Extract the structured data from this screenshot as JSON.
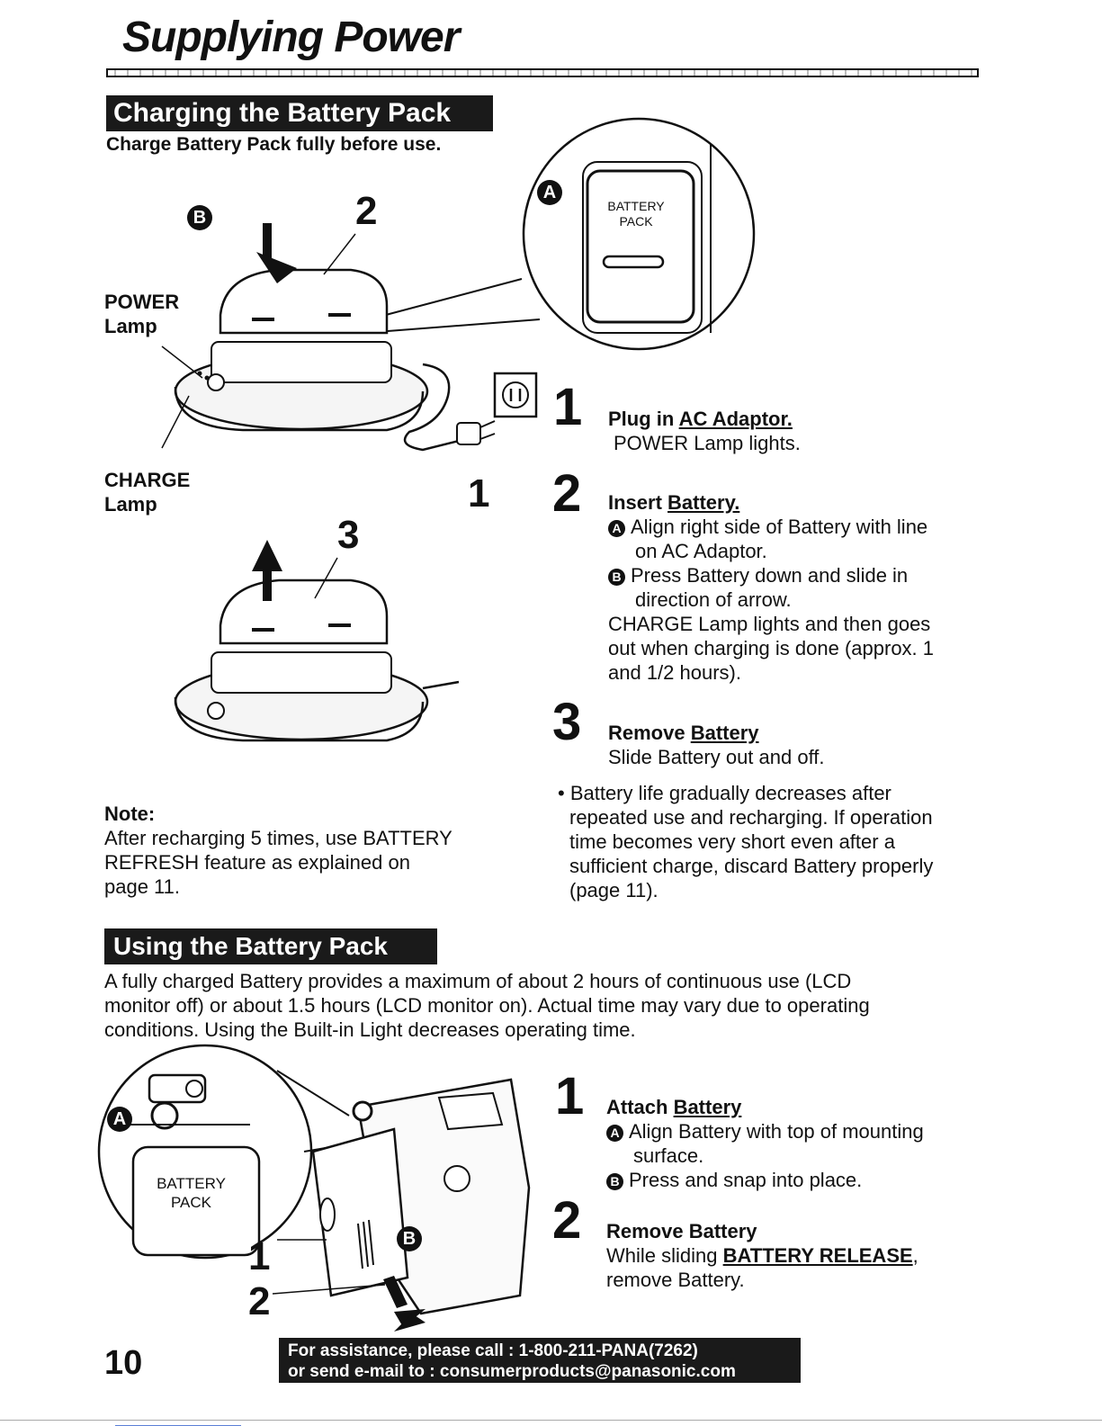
{
  "page": {
    "title": "Supplying Power",
    "page_number": "10"
  },
  "charging": {
    "header": "Charging the Battery Pack",
    "intro": "Charge Battery Pack fully before use.",
    "illustration": {
      "callout_a": "A",
      "callout_b": "B",
      "num_1": "1",
      "num_2": "2",
      "num_3": "3",
      "power_lamp_line1": "POWER",
      "power_lamp_line2": "Lamp",
      "charge_lamp_line1": "CHARGE",
      "charge_lamp_line2": "Lamp",
      "battery_label_line1": "BATTERY",
      "battery_label_line2": "PACK"
    },
    "steps": [
      {
        "number": "1",
        "title_prefix": "Plug in ",
        "title_link": "AC Adaptor.",
        "lines": [
          "POWER Lamp lights."
        ]
      },
      {
        "number": "2",
        "title_prefix": "Insert ",
        "title_link": "Battery.",
        "sub_a": "Align right side of Battery with line",
        "sub_a2": "on AC Adaptor.",
        "sub_b": "Press Battery down and slide in",
        "sub_b2": "direction of arrow.",
        "lines": [
          "CHARGE Lamp lights and then goes",
          "out when charging is done (approx. 1",
          "and 1/2 hours)."
        ]
      },
      {
        "number": "3",
        "title_prefix": "Remove ",
        "title_link": "Battery",
        "lines": [
          "Slide Battery out and off."
        ]
      }
    ],
    "bullet_lines": [
      "• Battery life gradually decreases after",
      "repeated use and recharging. If operation",
      "time becomes very short even after a",
      "sufficient charge, discard Battery properly",
      "(page 11)."
    ],
    "note_title": "Note:",
    "note_lines": [
      "After recharging 5 times, use BATTERY",
      "REFRESH feature as explained on",
      "page 11."
    ]
  },
  "using": {
    "header": "Using the Battery Pack",
    "intro_lines": [
      "A fully charged Battery provides a maximum of about 2 hours of continuous use (LCD",
      "monitor off) or about 1.5 hours (LCD monitor on). Actual time may vary due to operating",
      "conditions. Using the Built-in Light decreases operating time."
    ],
    "illustration": {
      "callout_a": "A",
      "callout_b": "B",
      "num_1": "1",
      "num_2": "2",
      "battery_label_line1": "BATTERY",
      "battery_label_line2": "PACK"
    },
    "steps": [
      {
        "number": "1",
        "title_prefix": "Attach ",
        "title_link": "Battery",
        "sub_a": "Align Battery with top of mounting",
        "sub_a2": "surface.",
        "sub_b": "Press and snap into place."
      },
      {
        "number": "2",
        "title": "Remove Battery",
        "line_prefix": "While sliding ",
        "line_link": "BATTERY RELEASE",
        "line_suffix": ",",
        "line2": "remove Battery."
      }
    ]
  },
  "footer": {
    "line1": "For assistance, please call : 1-800-211-PANA(7262)",
    "line2": "or send e-mail to : consumerproducts@panasonic.com"
  }
}
